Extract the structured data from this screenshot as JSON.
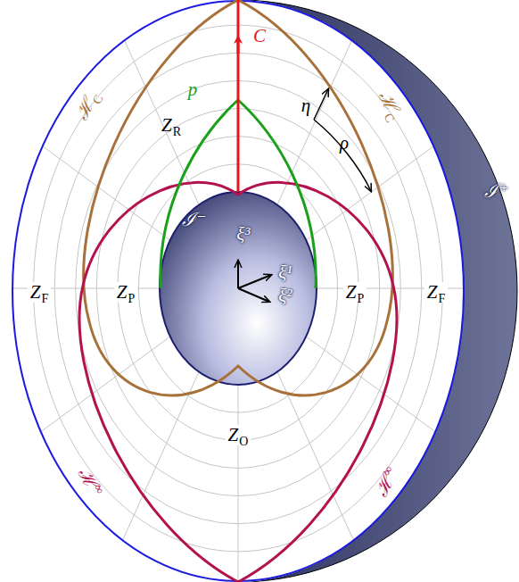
{
  "diagram": {
    "labels": [
      "C",
      "p",
      "Z",
      "R",
      "η",
      "ρ",
      "ℋ",
      "C",
      "ℋ",
      "C",
      "ℐ⁻",
      "ξ³",
      "Z",
      "F",
      "Z",
      "P",
      "ξ¹",
      "ξ²",
      "Z",
      "P",
      "Z",
      "F",
      "Z",
      "O",
      "ℋ",
      "∞",
      "ℋ",
      "∞",
      "ℐ⁺"
    ]
  }
}
